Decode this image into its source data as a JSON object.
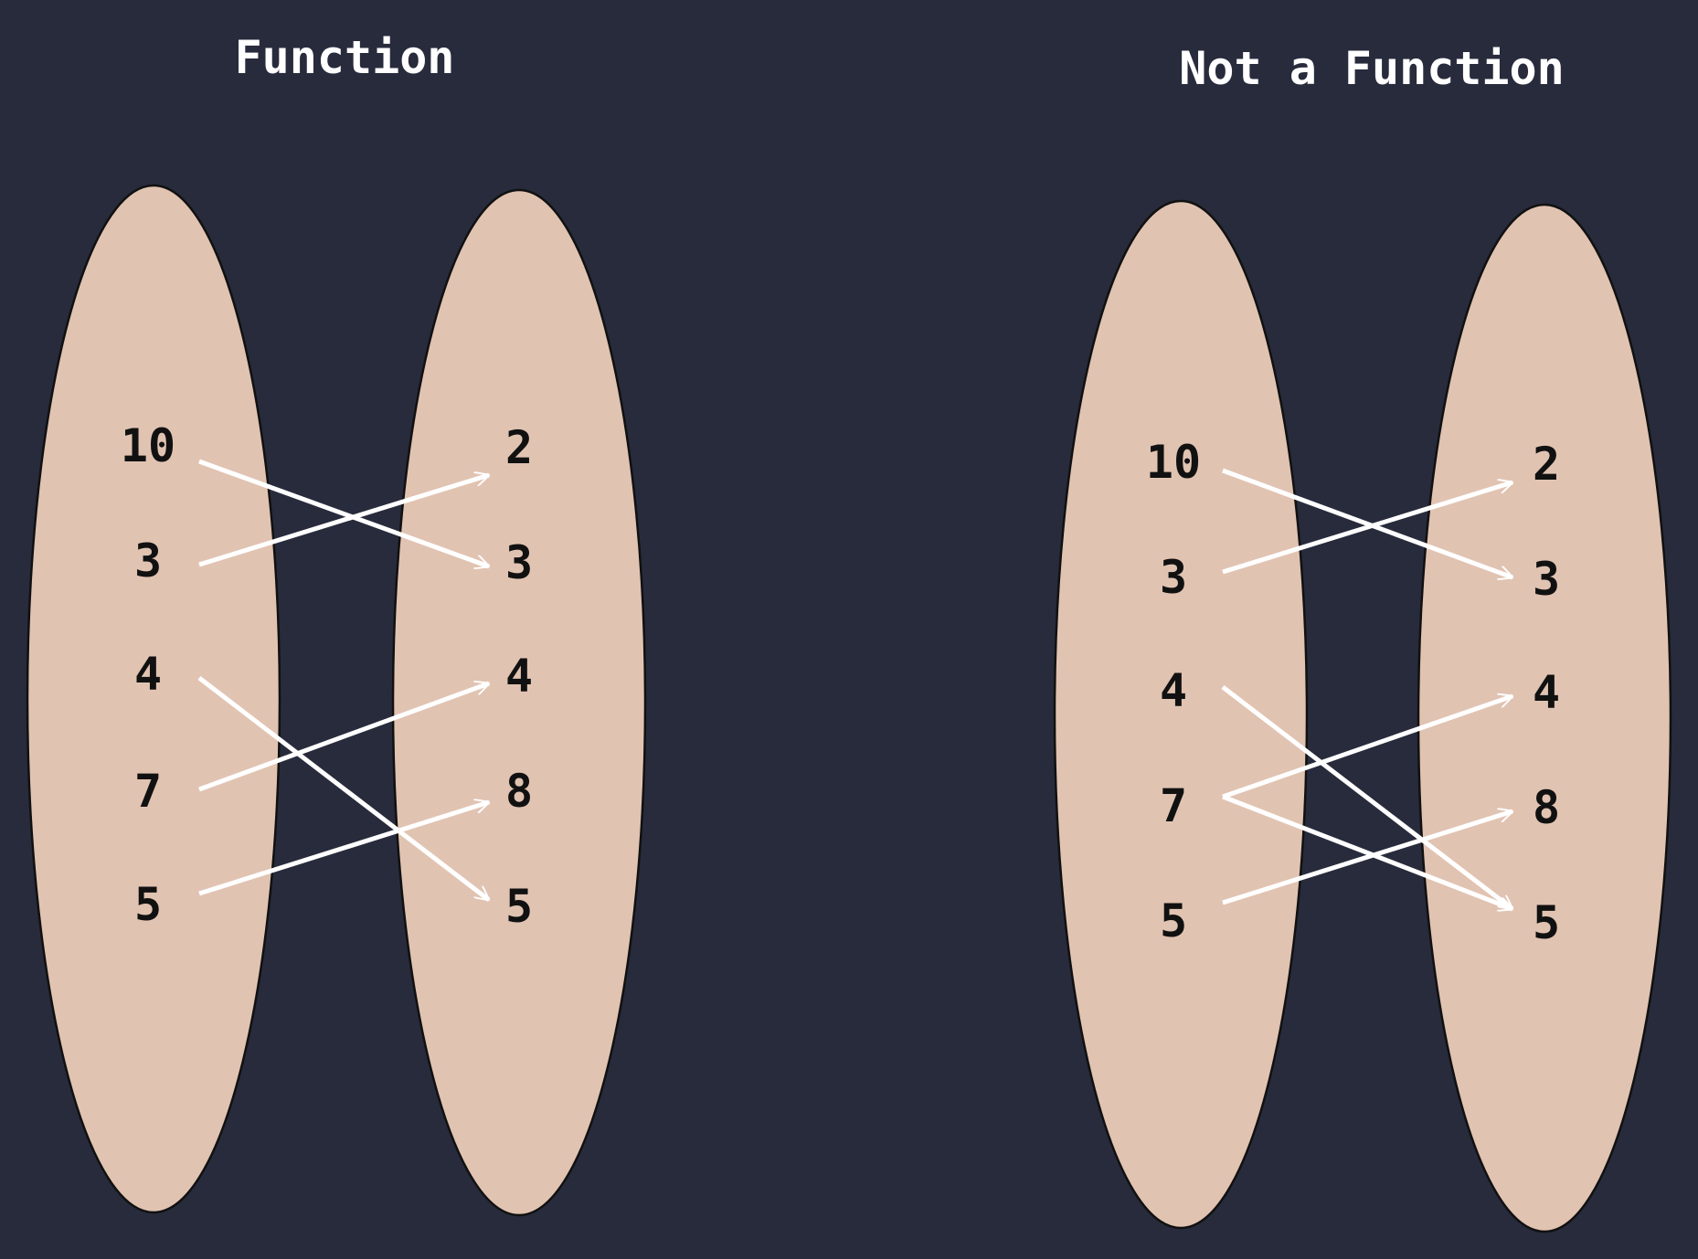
{
  "colors": {
    "background": "#282b3c",
    "set_fill": "#e1c3b2",
    "set_stroke": "#111111",
    "arrow": "#ffffff",
    "title": "#ffffff",
    "label": "#111111"
  },
  "diagrams": [
    {
      "id": "function",
      "title": "Function",
      "domain": [
        "10",
        "3",
        "4",
        "7",
        "5"
      ],
      "codomain": [
        "2",
        "3",
        "4",
        "8",
        "5"
      ],
      "mappings": [
        {
          "from": "10",
          "to": "3"
        },
        {
          "from": "3",
          "to": "2"
        },
        {
          "from": "4",
          "to": "5"
        },
        {
          "from": "7",
          "to": "4"
        },
        {
          "from": "5",
          "to": "8"
        }
      ]
    },
    {
      "id": "not-a-function",
      "title": "Not a Function",
      "domain": [
        "10",
        "3",
        "4",
        "7",
        "5"
      ],
      "codomain": [
        "2",
        "3",
        "4",
        "8",
        "5"
      ],
      "mappings": [
        {
          "from": "10",
          "to": "3"
        },
        {
          "from": "3",
          "to": "2"
        },
        {
          "from": "4",
          "to": "5"
        },
        {
          "from": "7",
          "to": "4"
        },
        {
          "from": "7",
          "to": "5"
        },
        {
          "from": "5",
          "to": "8"
        }
      ]
    }
  ]
}
